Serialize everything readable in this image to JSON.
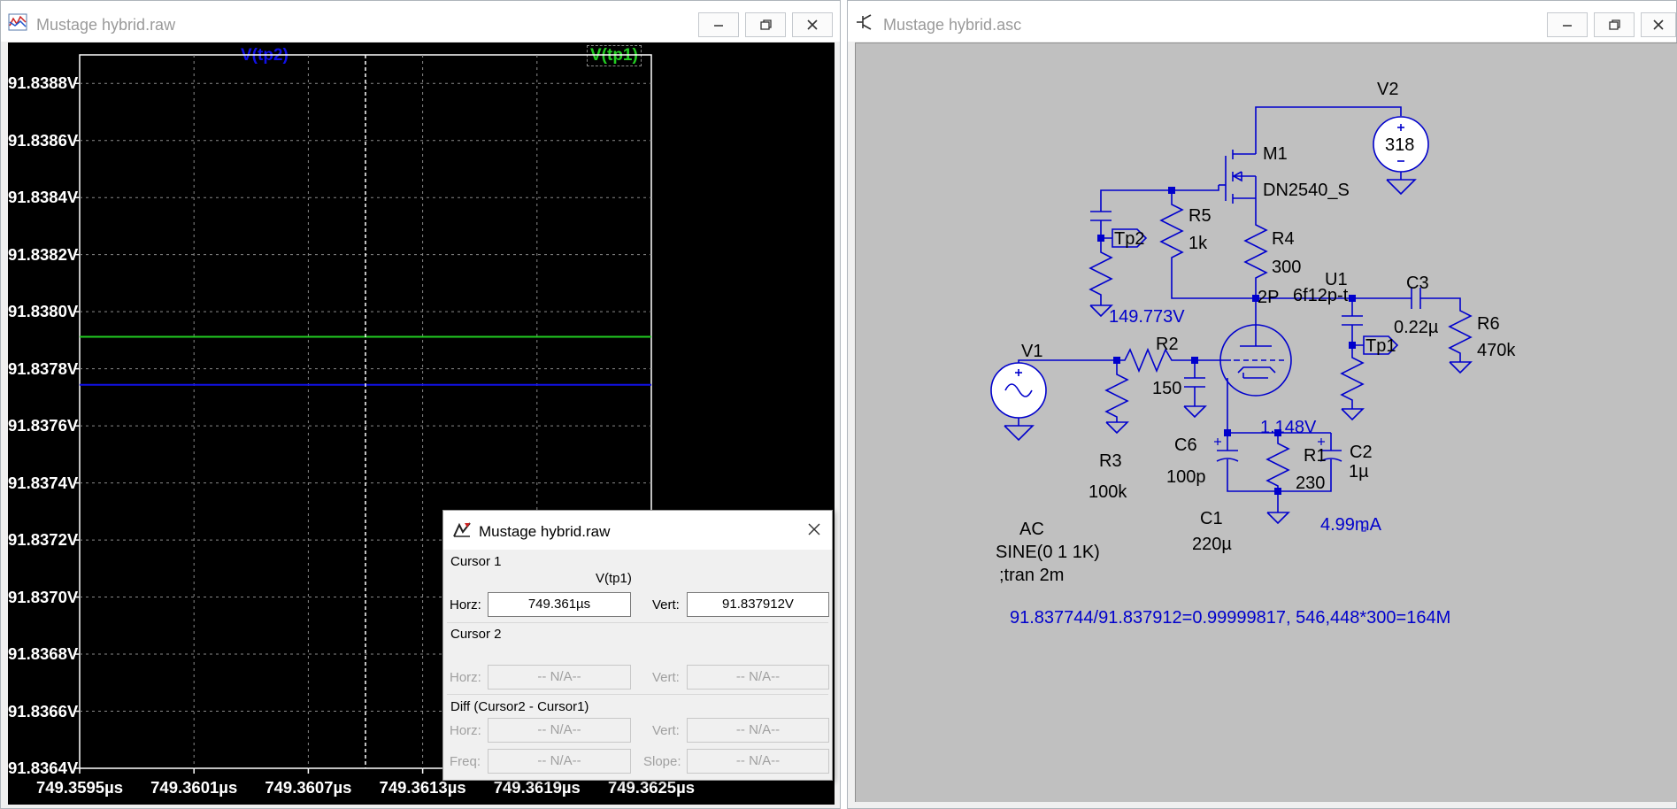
{
  "waveform_window": {
    "title": "Mustage hybrid.raw",
    "traces": [
      {
        "label": "V(tp2)",
        "color": "#1010e6"
      },
      {
        "label": "V(tp1)",
        "color": "#22cc22"
      }
    ],
    "y_ticks": [
      "91.8388V",
      "91.8386V",
      "91.8384V",
      "91.8382V",
      "91.8380V",
      "91.8378V",
      "91.8376V",
      "91.8374V",
      "91.8372V",
      "91.8370V",
      "91.8368V",
      "91.8366V",
      "91.8364V"
    ],
    "x_ticks": [
      "749.3595µs",
      "749.3601µs",
      "749.3607µs",
      "749.3613µs",
      "749.3619µs",
      "749.3625µs"
    ]
  },
  "chart_data": {
    "type": "line",
    "title": "",
    "x": [
      749.3595,
      749.3625
    ],
    "xlim": [
      749.3595,
      749.3625
    ],
    "ylim": [
      91.8364,
      91.8389
    ],
    "series": [
      {
        "name": "V(tp2)",
        "values": [
          91.837744,
          91.837744
        ]
      },
      {
        "name": "V(tp1)",
        "values": [
          91.837912,
          91.837912
        ]
      }
    ],
    "cursor_x": 749.361,
    "grid": true
  },
  "cursor_dialog": {
    "title": "Mustage hybrid.raw",
    "cursor1": {
      "group": "Cursor 1",
      "trace": "V(tp1)",
      "horz_label": "Horz:",
      "horz": "749.361µs",
      "vert_label": "Vert:",
      "vert": "91.837912V"
    },
    "cursor2": {
      "group": "Cursor 2",
      "horz_label": "Horz:",
      "horz": "-- N/A--",
      "vert_label": "Vert:",
      "vert": "-- N/A--"
    },
    "diff": {
      "group": "Diff (Cursor2 - Cursor1)",
      "horz_label": "Horz:",
      "horz": "-- N/A--",
      "vert_label": "Vert:",
      "vert": "-- N/A--",
      "freq_label": "Freq:",
      "freq": "-- N/A--",
      "slope_label": "Slope:",
      "slope": "-- N/A--"
    }
  },
  "schematic_window": {
    "title": "Mustage hybrid.asc",
    "labels": {
      "v2": "V2",
      "v2_value": "318",
      "m1": "M1",
      "m1_model": "DN2540_S",
      "r5": "R5",
      "r5_value": "1k",
      "r4": "R4",
      "r4_value": "300",
      "u1": "U1",
      "u1_model": "6f12p-t",
      "c3": "C3",
      "c3_value": "0.22µ",
      "r6": "R6",
      "r6_value": "470k",
      "tp2": "Tp2",
      "tp1": "Tp1",
      "node_2p": "2P",
      "v_plate": "149.773V",
      "v1": "V1",
      "r2": "R2",
      "r2_value": "150",
      "c6": "C6",
      "c6_value": "100p",
      "r3": "R3",
      "r3_value": "100k",
      "v_cathode": "1.148V",
      "r1": "R1",
      "r1_value": "230",
      "c2": "C2",
      "c2_value": "1µ",
      "c1": "C1",
      "c1_value": "220µ",
      "i_cathode": "4.99mA",
      "v1_ac": "AC",
      "v1_sine": "SINE(0 1 1K)",
      "directive": ";tran 2m",
      "comment": "91.837744/91.837912=0.99999817, 546,448*300=164M"
    }
  }
}
